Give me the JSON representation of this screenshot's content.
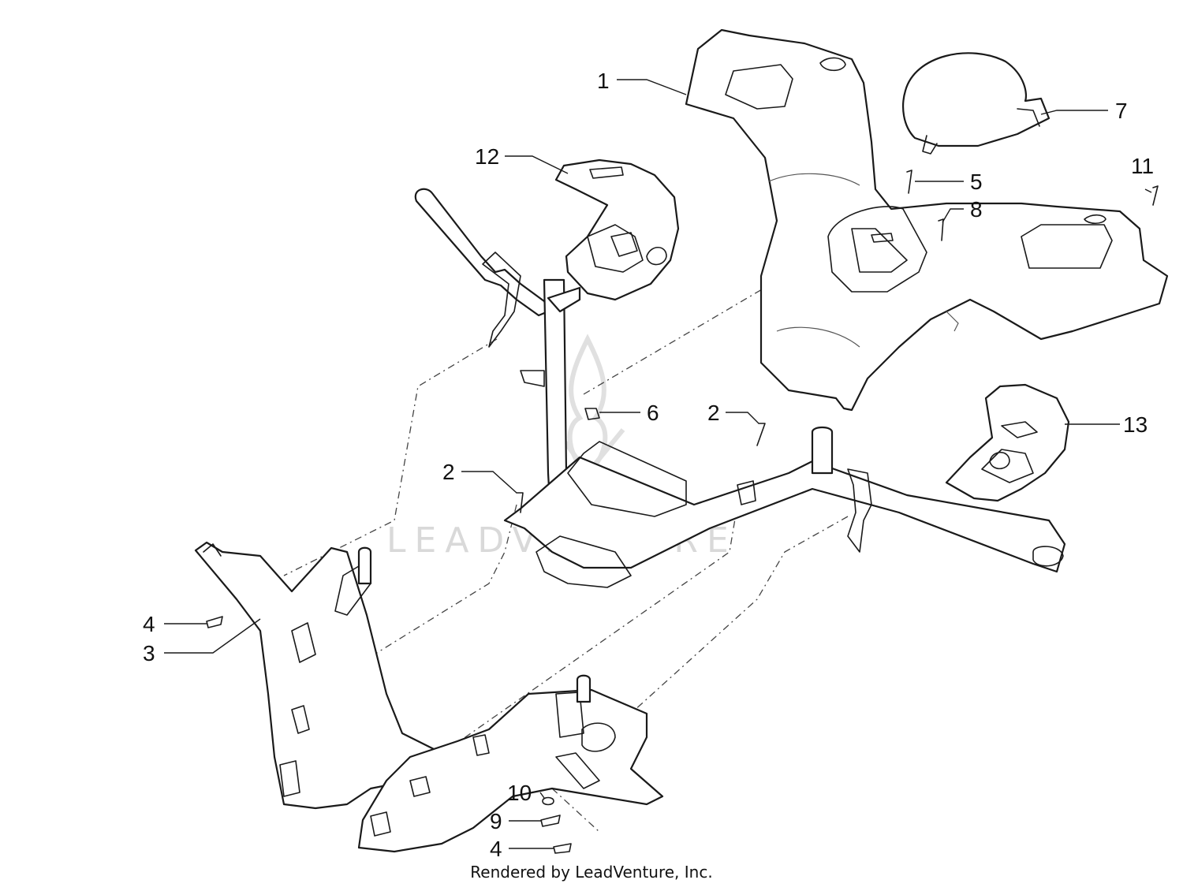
{
  "diagram": {
    "callouts": [
      {
        "id": "c1",
        "label": "1"
      },
      {
        "id": "c7",
        "label": "7"
      },
      {
        "id": "c12",
        "label": "12"
      },
      {
        "id": "c5",
        "label": "5"
      },
      {
        "id": "c11",
        "label": "11"
      },
      {
        "id": "c8",
        "label": "8"
      },
      {
        "id": "c6",
        "label": "6"
      },
      {
        "id": "c2a",
        "label": "2"
      },
      {
        "id": "c13",
        "label": "13"
      },
      {
        "id": "c2b",
        "label": "2"
      },
      {
        "id": "c4a",
        "label": "4"
      },
      {
        "id": "c3",
        "label": "3"
      },
      {
        "id": "c10",
        "label": "10"
      },
      {
        "id": "c9",
        "label": "9"
      },
      {
        "id": "c4b",
        "label": "4"
      }
    ],
    "watermark": "LEADVENTURE",
    "credit": "Rendered by LeadVenture, Inc."
  }
}
